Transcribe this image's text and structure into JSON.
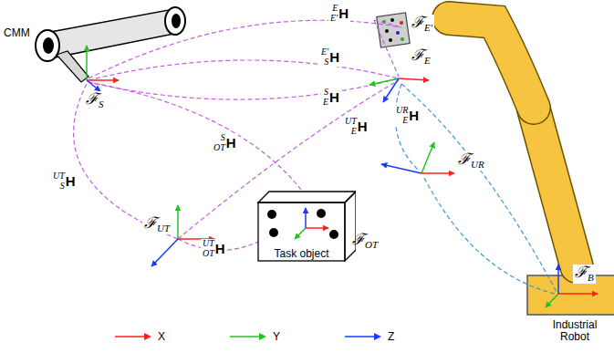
{
  "diagram": {
    "nodes": [
      {
        "text": [
          "Task object"
        ]
      }
    ],
    "labels": [
      "CMM",
      "ℱ S",
      "ℱ E'",
      "ℱ E",
      "ℱ UR",
      "ℱ UT",
      "ℱ OT",
      "ℱ B",
      "E E' H",
      "E' S H",
      "S E H",
      "UT S H",
      "S OT H",
      "UT E H",
      "UR E H",
      "UT OT H",
      "Industrial Robot"
    ],
    "legend": [
      {
        "text": "X",
        "color": "#ff2020"
      },
      {
        "text": "Y",
        "color": "#22c422"
      },
      {
        "text": "Z",
        "color": "#1a3aff"
      }
    ]
  }
}
